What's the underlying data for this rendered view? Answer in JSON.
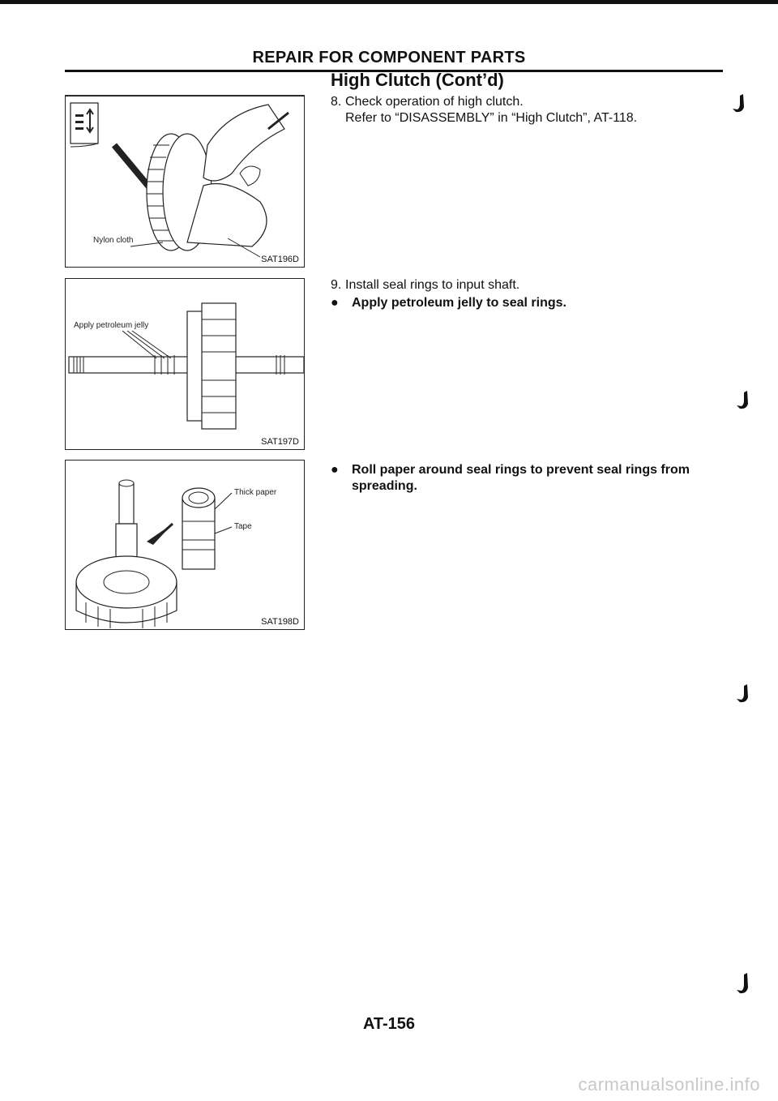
{
  "header": {
    "title": "REPAIR FOR COMPONENT PARTS"
  },
  "section": {
    "title": "High Clutch (Cont’d)"
  },
  "steps": [
    {
      "number": "8.",
      "line1": "Check operation of high clutch.",
      "line2": "Refer to “DISASSEMBLY” in “High Clutch”, AT-118."
    },
    {
      "number": "9.",
      "line1": "Install seal rings to input shaft."
    }
  ],
  "bullets": [
    {
      "symbol": "●",
      "text": "Apply petroleum jelly to seal rings."
    },
    {
      "symbol": "●",
      "text": "Roll paper around seal rings to prevent seal rings from spreading."
    }
  ],
  "figures": [
    {
      "code": "SAT196D",
      "labels": [
        "Nylon cloth"
      ]
    },
    {
      "code": "SAT197D",
      "labels": [
        "Apply petroleum jelly"
      ]
    },
    {
      "code": "SAT198D",
      "labels": [
        "Thick paper",
        "Tape"
      ]
    }
  ],
  "footer": {
    "page_number": "AT-156",
    "watermark": "carmanualsonline.info"
  }
}
